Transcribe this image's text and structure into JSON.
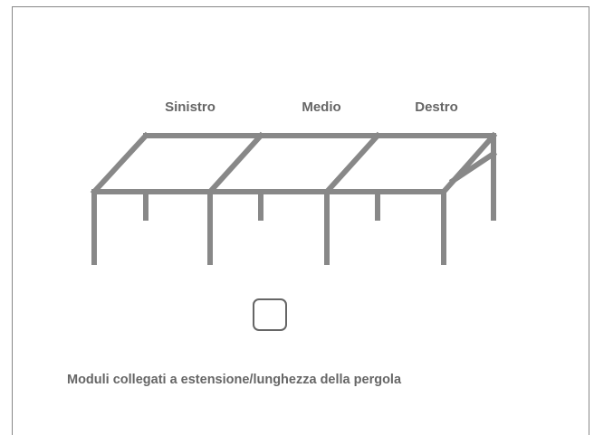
{
  "modules": {
    "left_label": "Sinistro",
    "middle_label": "Medio",
    "right_label": "Destro"
  },
  "option": {
    "checked": false,
    "label": "Moduli collegati a estensione/lunghezza della pergola"
  },
  "colors": {
    "structure": "#888888",
    "text": "#666666",
    "border": "#888888"
  }
}
